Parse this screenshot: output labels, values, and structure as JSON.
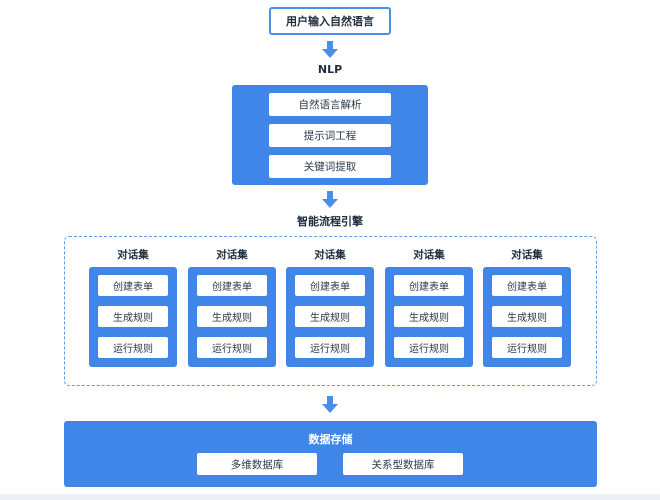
{
  "user_input": "用户输入自然语言",
  "nlp": {
    "label": "NLP",
    "items": [
      "自然语言解析",
      "提示词工程",
      "关键词提取"
    ]
  },
  "engine": {
    "label": "智能流程引擎",
    "groups": [
      {
        "title": "对话集",
        "items": [
          "创建表单",
          "生成规则",
          "运行规则"
        ]
      },
      {
        "title": "对话集",
        "items": [
          "创建表单",
          "生成规则",
          "运行规则"
        ]
      },
      {
        "title": "对话集",
        "items": [
          "创建表单",
          "生成规则",
          "运行规则"
        ]
      },
      {
        "title": "对话集",
        "items": [
          "创建表单",
          "生成规则",
          "运行规则"
        ]
      },
      {
        "title": "对话集",
        "items": [
          "创建表单",
          "生成规则",
          "运行规则"
        ]
      }
    ]
  },
  "storage": {
    "title": "数据存储",
    "items": [
      "多维数据库",
      "关系型数据库"
    ]
  },
  "colors": {
    "primary_blue": "#3f86e8",
    "dashed_border": "#5b9af0",
    "arrow_blue": "#4a8fe7"
  },
  "icons": {
    "arrow": "down-arrow-icon"
  }
}
